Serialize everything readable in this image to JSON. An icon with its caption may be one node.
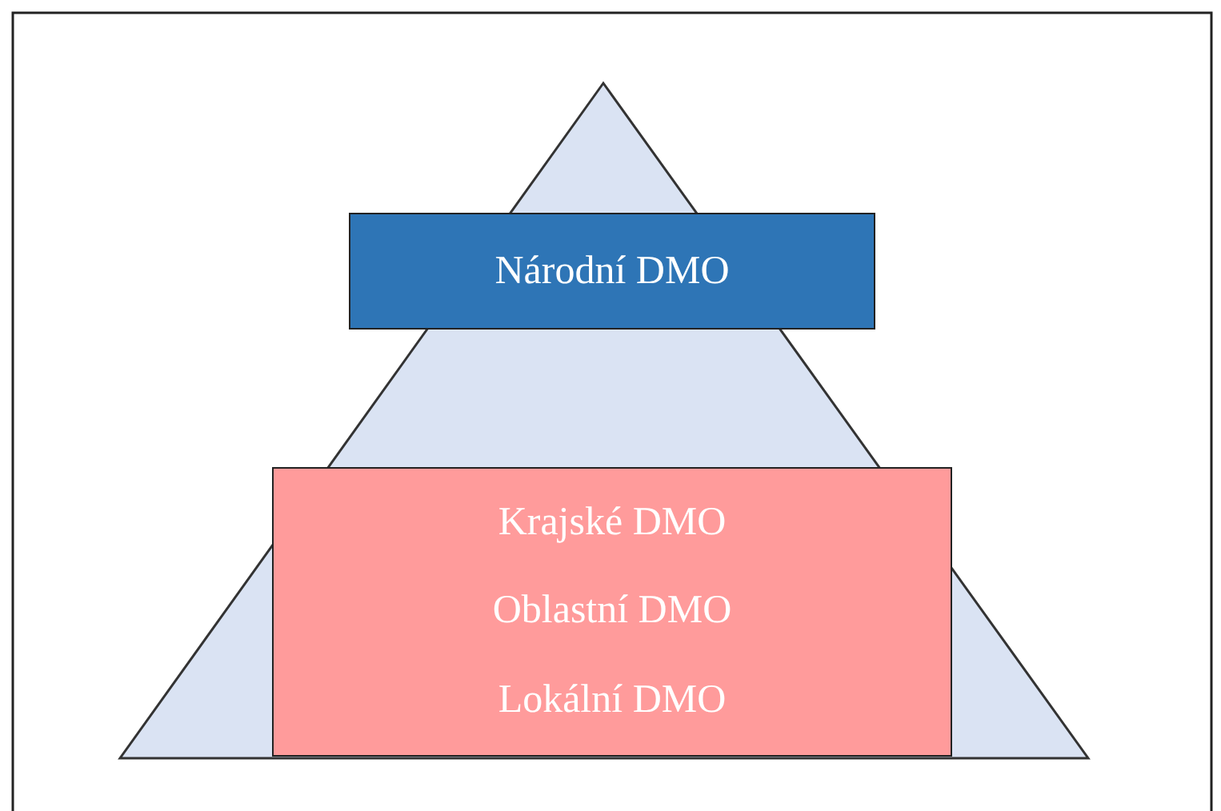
{
  "diagram": {
    "nodes": [
      {
        "text": [
          "Národní DMO"
        ]
      },
      {
        "text": [
          "Krajské DMO",
          "Oblastní DMO",
          "Lokální DMO"
        ]
      }
    ]
  }
}
